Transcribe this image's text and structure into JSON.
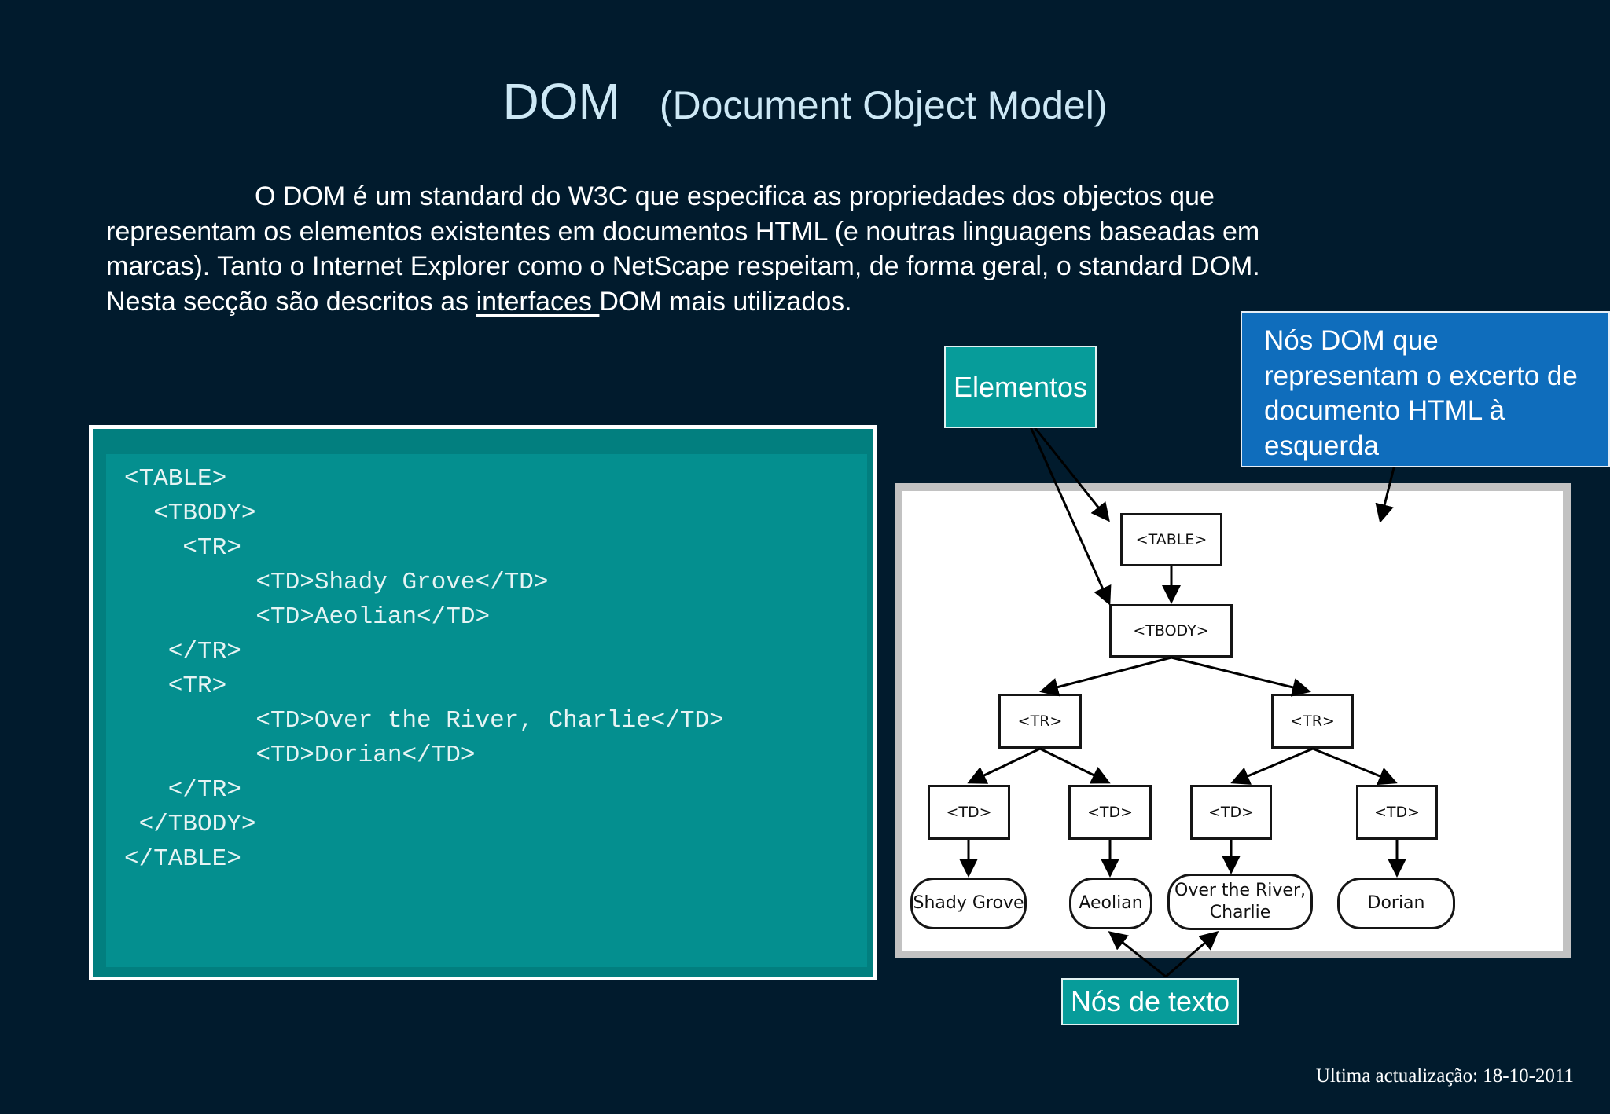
{
  "slide": {
    "title_main": "DOM",
    "title_sub": "(Document Object Model)",
    "paragraph": {
      "line1": "O DOM é um standard do W3C que especifica as propriedades dos objectos que",
      "line2": "representam os elementos existentes em documentos HTML (e noutras linguagens baseadas em",
      "line3": "marcas). Tanto o Internet Explorer como o NetScape respeitam, de forma geral, o standard DOM.",
      "line4_before": "Nesta secção são descritos as ",
      "line4_link": "interfaces ",
      "line4_after": "DOM mais utilizados."
    },
    "code_lines": [
      "<TABLE>",
      "  <TBODY>",
      "    <TR>",
      "         <TD>Shady Grove</TD>",
      "         <TD>Aeolian</TD>",
      "   </TR>",
      "   <TR>",
      "         <TD>Over the River, Charlie</TD>",
      "         <TD>Dorian</TD>",
      "   </TR>",
      " </TBODY>",
      "</TABLE>"
    ],
    "tree": {
      "table": "<TABLE>",
      "tbody": "<TBODY>",
      "tr": "<TR>",
      "td": "<TD>",
      "leaf1": "Shady Grove",
      "leaf2": "Aeolian",
      "leaf3_line1": "Over the River,",
      "leaf3_line2": "Charlie",
      "leaf4": "Dorian"
    },
    "labels": {
      "elementos": "Elementos",
      "nos_texto": "Nós de texto",
      "callout": {
        "line1": "Nós DOM que",
        "line2": "representam o excerto de",
        "line3": "documento HTML à",
        "line4": "esquerda"
      }
    },
    "footer": "Ultima actualização: 18-10-2011",
    "colors": {
      "background": "#011b2d",
      "title": "#cde8f5",
      "code_panel": "#048f8f",
      "label_teal": "#079c9a",
      "callout_blue": "#0f6dbc"
    }
  }
}
